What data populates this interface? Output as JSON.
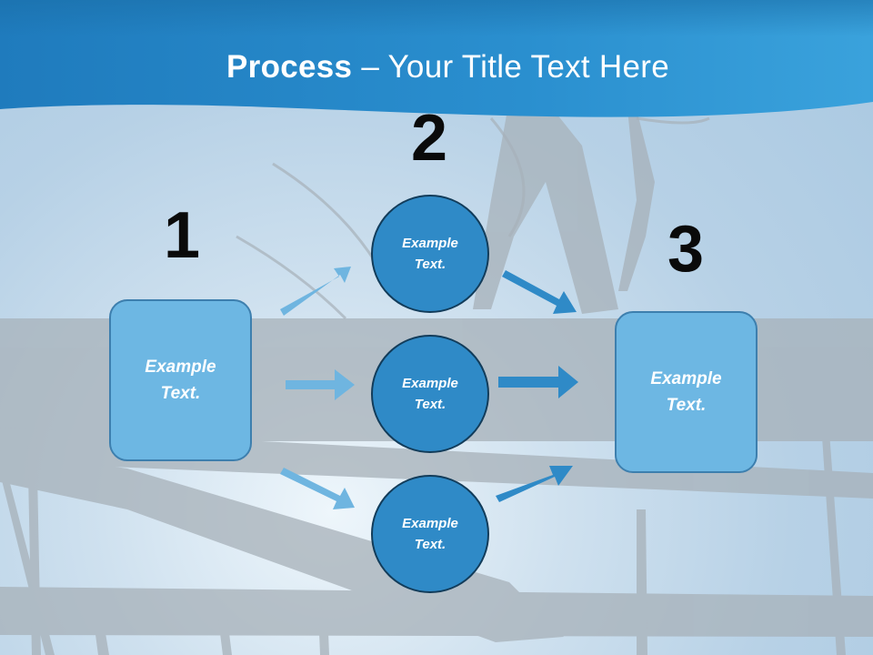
{
  "title": {
    "bold": "Process",
    "rest": " – Your Title Text Here"
  },
  "steps": {
    "one": {
      "number": "1",
      "label": "Example Text."
    },
    "two": {
      "number": "2"
    },
    "three": {
      "number": "3",
      "label": "Example Text."
    }
  },
  "circles": [
    {
      "label": "Example Text."
    },
    {
      "label": "Example Text."
    },
    {
      "label": "Example Text."
    }
  ],
  "colors": {
    "header": "#2a8fcf",
    "box_fill": "#6db7e3",
    "circle_fill": "#2f8ac7",
    "arrow_light": "#6fb5e0",
    "arrow_dark": "#2f8ac7"
  }
}
